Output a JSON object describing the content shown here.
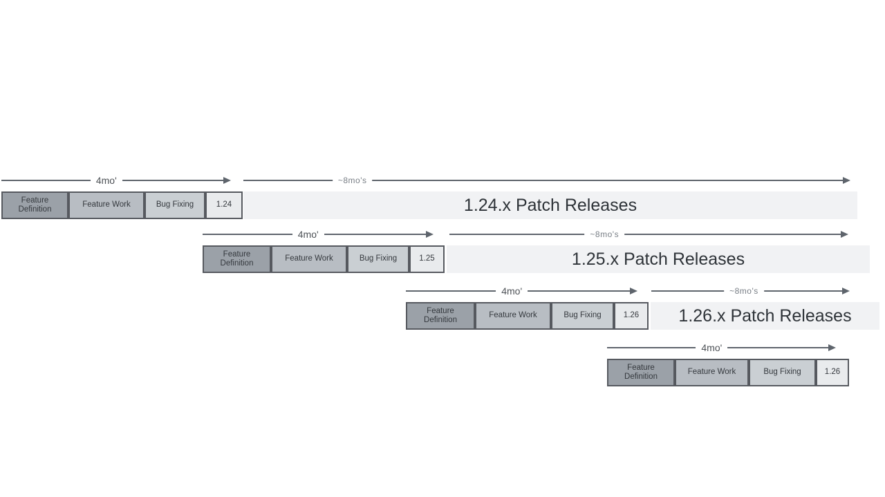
{
  "colors": {
    "feature_definition": "#9ba1a8",
    "feature_work": "#b8bdc3",
    "bug_fixing": "#cacfd3",
    "version_box": "#e9ebed",
    "patch_bar": "#f1f2f4",
    "box_border": "#56595f",
    "arrow": "#5e646c"
  },
  "diagram": {
    "rows": [
      {
        "dev_arrow_label": "4mo'",
        "patch_arrow_label": "~8mo's",
        "phases": [
          "Feature Definition",
          "Feature Work",
          "Bug Fixing"
        ],
        "version": "1.24",
        "patch_bar_label": "1.24.x Patch Releases"
      },
      {
        "dev_arrow_label": "4mo'",
        "patch_arrow_label": "~8mo's",
        "phases": [
          "Feature Definition",
          "Feature Work",
          "Bug Fixing"
        ],
        "version": "1.25",
        "patch_bar_label": "1.25.x Patch Releases"
      },
      {
        "dev_arrow_label": "4mo'",
        "patch_arrow_label": "~8mo's",
        "phases": [
          "Feature Definition",
          "Feature Work",
          "Bug Fixing"
        ],
        "version": "1.26",
        "patch_bar_label": "1.26.x Patch Releases"
      },
      {
        "dev_arrow_label": "4mo'",
        "phases": [
          "Feature Definition",
          "Feature Work",
          "Bug Fixing"
        ],
        "version": "1.26"
      }
    ]
  }
}
